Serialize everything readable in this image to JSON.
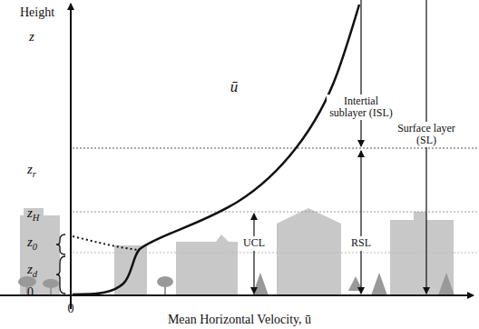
{
  "diagram": {
    "labels": [
      "Height",
      "z",
      "zr",
      "zH",
      "z0",
      "zd",
      "0",
      "0",
      "Mean Horizontal Velocity, ū",
      "ū",
      "Intertial sublayer (ISL)",
      "Surface layer (SL)",
      "RSL",
      "UCL"
    ]
  }
}
